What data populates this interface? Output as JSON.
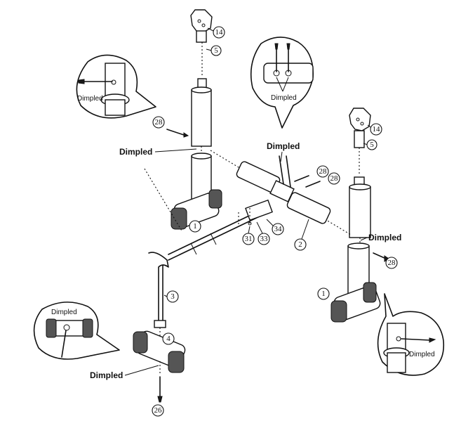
{
  "callouts": {
    "dimpled_label": "Dimpled",
    "parts": {
      "p14a": "14",
      "p5a": "5",
      "p28a": "28",
      "p14b": "14",
      "p5b": "5",
      "p28b": "28",
      "p28c": "28",
      "p28d": "28",
      "p34": "34",
      "p33": "33",
      "p31": "31",
      "p2": "2",
      "p1a": "1",
      "p1b": "1",
      "p3": "3",
      "p4": "4",
      "p26": "26"
    }
  }
}
